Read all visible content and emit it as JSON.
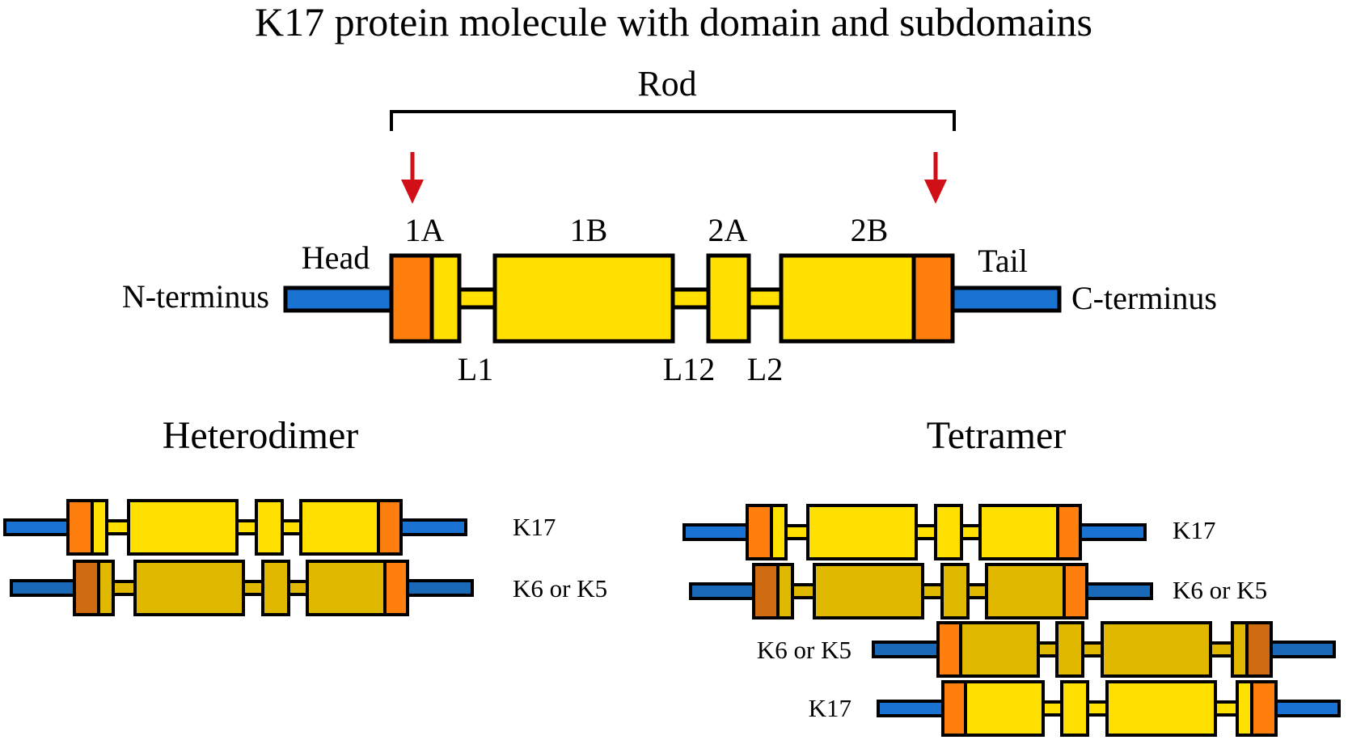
{
  "title": "K17 protein molecule with domain and subdomains",
  "colors": {
    "terminus": "#1a72d3",
    "terminus_dark": "#1969b8",
    "helix_light": "#ffe000",
    "helix_dark": "#e1b800",
    "cap_orange": "#ff7f0e",
    "cap_brown": "#cf6b10",
    "arrow": "#d10f17"
  },
  "icons": {
    "cleavage_marker": "down-arrow-icon"
  },
  "molecule": {
    "rod_label": "Rod",
    "domains": {
      "head": "Head",
      "tail": "Tail",
      "n_terminus": "N-terminus",
      "c_terminus": "C-terminus"
    },
    "subdomains": {
      "s1a": "1A",
      "s1b": "1B",
      "s2a": "2A",
      "s2b": "2B"
    },
    "linkers": {
      "l1": "L1",
      "l12": "L12",
      "l2": "L2"
    }
  },
  "heterodimer": {
    "title": "Heterodimer",
    "chains": [
      {
        "label": "K17",
        "shade": "light"
      },
      {
        "label": "K6 or K5",
        "shade": "dark"
      }
    ]
  },
  "tetramer": {
    "title": "Tetramer",
    "chains": [
      {
        "label": "K17",
        "shade": "light"
      },
      {
        "label": "K6 or K5",
        "shade": "dark"
      },
      {
        "label": "K6 or K5",
        "shade": "dark"
      },
      {
        "label": "K17",
        "shade": "light"
      }
    ]
  }
}
